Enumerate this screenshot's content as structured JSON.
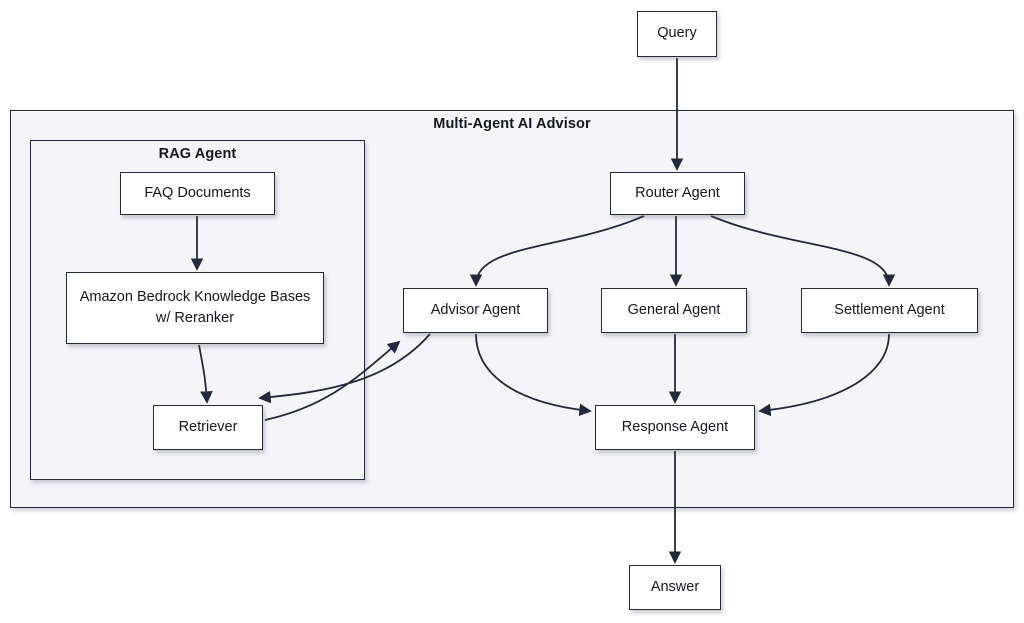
{
  "diagram": {
    "title": "Multi-Agent AI Advisor",
    "rag_group_label": "RAG Agent",
    "nodes": {
      "query": "Query",
      "router": "Router Agent",
      "faq": "FAQ Documents",
      "bedrock": "Amazon Bedrock Knowledge Bases w/ Reranker",
      "retriever": "Retriever",
      "advisor": "Advisor Agent",
      "general": "General Agent",
      "settlement": "Settlement Agent",
      "response": "Response Agent",
      "answer": "Answer"
    },
    "colors": {
      "stroke": "#23283a",
      "node_fill": "#ffffff",
      "group_fill": "#f5f5f9"
    }
  }
}
